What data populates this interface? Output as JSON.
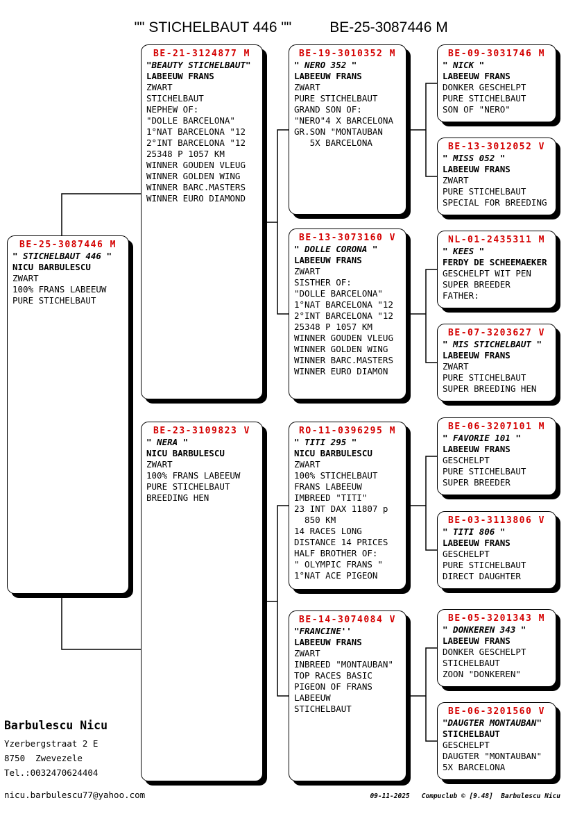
{
  "title": {
    "name_part": "\"\" STICHELBAUT 446 \"\"",
    "ring_part": "BE-25-3087446 M"
  },
  "colors": {
    "ring_number_red": "#d40000",
    "connector_line": "#000000"
  },
  "boxes": [
    {
      "id": "subject",
      "ring": "BE-25-3087446 M",
      "name": "\" STICHELBAUT 446 \"",
      "owner": "NICU BARBULESCU",
      "lines": [
        "ZWART",
        "100% FRANS LABEEUW",
        "PURE STICHELBAUT"
      ]
    },
    {
      "id": "sire",
      "ring": "BE-21-3124877 M",
      "name": "\"BEAUTY STICHELBAUT\"",
      "owner": "LABEEUW FRANS",
      "lines": [
        "ZWART",
        "STICHELBAUT",
        "NEPHEW OF:",
        "\"DOLLE BARCELONA\"",
        "1°NAT BARCELONA \"12",
        "2°INT BARCELONA \"12",
        "25348 P 1057 KM",
        "WINNER GOUDEN VLEUG",
        "WINNER GOLDEN WING",
        "WINNER BARC.MASTERS",
        "WINNER EURO DIAMOND"
      ]
    },
    {
      "id": "dam",
      "ring": "BE-23-3109823 V",
      "name": "\" NERA \"",
      "owner": "NICU BARBULESCU",
      "lines": [
        "ZWART",
        "100% FRANS LABEEUW",
        "PURE STICHELBAUT",
        "BREEDING HEN"
      ]
    },
    {
      "id": "sire-sire",
      "ring": "BE-19-3010352 M",
      "name": "\" NERO 352 \"",
      "owner": "LABEEUW FRANS",
      "lines": [
        "ZWART",
        "PURE STICHELBAUT",
        "GRAND SON OF:",
        "\"NERO\"4 X BARCELONA",
        "GR.SON \"MONTAUBAN",
        "   5X BARCELONA"
      ]
    },
    {
      "id": "sire-dam",
      "ring": "BE-13-3073160 V",
      "name": "\" DOLLE CORONA \"",
      "owner": "LABEEUW FRANS",
      "lines": [
        "ZWART",
        "SISTHER OF:",
        "\"DOLLE BARCELONA\"",
        "1°NAT BARCELONA \"12",
        "2°INT BARCELONA \"12",
        "25348 P 1057 KM",
        "WINNER GOUDEN VLEUG",
        "WINNER GOLDEN WING",
        "WINNER BARC.MASTERS",
        "WINNER EURO DIAMON"
      ]
    },
    {
      "id": "dam-sire",
      "ring": "RO-11-0396295 M",
      "name": "\" TITI 295 \"",
      "owner": "NICU BARBULESCU",
      "lines": [
        "ZWART",
        "100% STICHELBAUT",
        "FRANS LABEEUW",
        "IMBREED \"TITI\"",
        "23 INT DAX 11807 p",
        "  850 KM",
        "14 RACES LONG",
        "DISTANCE 14 PRICES",
        "HALF BROTHER OF:",
        "\" OLYMPIC FRANS \"",
        "1°NAT ACE PIGEON"
      ]
    },
    {
      "id": "dam-dam",
      "ring": "BE-14-3074084 V",
      "name": "\"FRANCINE''",
      "owner": "LABEEUW FRANS",
      "lines": [
        "ZWART",
        "INBREED \"MONTAUBAN\"",
        "TOP RACES BASIC",
        "PIGEON OF FRANS",
        "LABEEUW",
        "STICHELBAUT"
      ]
    },
    {
      "id": "g3-1",
      "ring": "BE-09-3031746 M",
      "name": "\" NICK \"",
      "owner": "LABEEUW FRANS",
      "lines": [
        "DONKER GESCHELPT",
        "PURE STICHELBAUT",
        "SON OF \"NERO\""
      ]
    },
    {
      "id": "g3-2",
      "ring": "BE-13-3012052 V",
      "name": "\" MISS 052 \"",
      "owner": "LABEEUW FRANS",
      "lines": [
        "ZWART",
        "PURE STICHELBAUT",
        "SPECIAL FOR BREEDING"
      ]
    },
    {
      "id": "g3-3",
      "ring": "NL-01-2435311 M",
      "name": "\" KEES \"",
      "owner": "FERDY DE SCHEEMAEKER",
      "lines": [
        "GESCHELPT WIT PEN",
        "SUPER BREEDER",
        "FATHER:"
      ]
    },
    {
      "id": "g3-4",
      "ring": "BE-07-3203627 V",
      "name": "\" MIS STICHELBAUT \"",
      "owner": "LABEEUW FRANS",
      "lines": [
        "ZWART",
        "PURE STICHELBAUT",
        "SUPER BREEDING HEN"
      ]
    },
    {
      "id": "g3-5",
      "ring": "BE-06-3207101 M",
      "name": "\" FAVORIE 101 \"",
      "owner": "LABEEUW FRANS",
      "lines": [
        "GESCHELPT",
        "PURE STICHELBAUT",
        "SUPER BREEDER"
      ]
    },
    {
      "id": "g3-6",
      "ring": "BE-03-3113806 V",
      "name": "\" TITI 806 \"",
      "owner": "LABEEUW FRANS",
      "lines": [
        "GESCHELPT",
        "PURE STICHELBAUT",
        "DIRECT DAUGHTER"
      ]
    },
    {
      "id": "g3-7",
      "ring": "BE-05-3201343 M",
      "name": "\" DONKEREN 343 \"",
      "owner": "LABEEUW FRANS",
      "lines": [
        "DONKER GESCHELPT",
        "STICHELBAUT",
        "ZOON \"DONKEREN\""
      ]
    },
    {
      "id": "g3-8",
      "ring": "BE-06-3201560 V",
      "name": "\"DAUGTER MONTAUBAN\"",
      "owner": "STICHELBAUT",
      "lines": [
        "GESCHELPT",
        "DAUGTER \"MONTAUBAN\"",
        "5X BARCELONA"
      ]
    }
  ],
  "breeder": {
    "name": "Barbulescu Nicu",
    "address1": "Yzerbergstraat 2 E",
    "address2": "8750  Zwevezele",
    "phone": "Tel.:0032470624404",
    "email": "nicu.barbulescu77@yahoo.com"
  },
  "footer": {
    "text": "09-11-2025   Compuclub © [9.48]  Barbulescu Nicu"
  }
}
